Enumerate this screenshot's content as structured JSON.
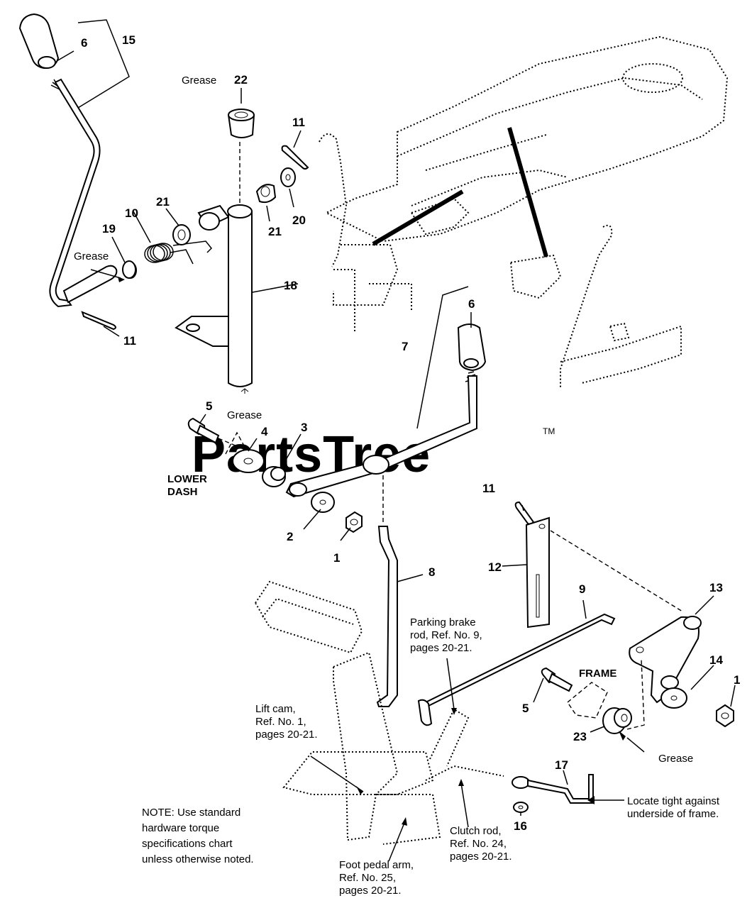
{
  "watermark": {
    "text": "PartsTree",
    "tm": "TM"
  },
  "callouts": [
    {
      "id": "c1",
      "text": "6"
    },
    {
      "id": "c2",
      "text": "15"
    },
    {
      "id": "c3",
      "text": "22"
    },
    {
      "id": "c4",
      "text": "11"
    },
    {
      "id": "c5",
      "text": "21"
    },
    {
      "id": "c6",
      "text": "10"
    },
    {
      "id": "c7",
      "text": "19"
    },
    {
      "id": "c8",
      "text": "21"
    },
    {
      "id": "c9",
      "text": "20"
    },
    {
      "id": "c10",
      "text": "18"
    },
    {
      "id": "c11",
      "text": "11"
    },
    {
      "id": "c12",
      "text": "6"
    },
    {
      "id": "c13",
      "text": "7"
    },
    {
      "id": "c14",
      "text": "5"
    },
    {
      "id": "c15",
      "text": "4"
    },
    {
      "id": "c16",
      "text": "3"
    },
    {
      "id": "c17",
      "text": "2"
    },
    {
      "id": "c18",
      "text": "1"
    },
    {
      "id": "c19",
      "text": "8"
    },
    {
      "id": "c20",
      "text": "11"
    },
    {
      "id": "c21",
      "text": "12"
    },
    {
      "id": "c22",
      "text": "9"
    },
    {
      "id": "c23",
      "text": "13"
    },
    {
      "id": "c24",
      "text": "14"
    },
    {
      "id": "c25",
      "text": "1"
    },
    {
      "id": "c26",
      "text": "5"
    },
    {
      "id": "c27",
      "text": "23"
    },
    {
      "id": "c28",
      "text": "17"
    },
    {
      "id": "c29",
      "text": "16"
    }
  ],
  "labels": {
    "grease_22": "Grease",
    "grease_pin": "Grease",
    "grease_18": "Grease",
    "grease_23": "Grease",
    "lower_dash": [
      "LOWER",
      "DASH"
    ],
    "frame": "FRAME",
    "parking_brake": [
      "Parking brake",
      "rod, Ref. No. 9,",
      "pages 20-21."
    ],
    "lift_cam": [
      "Lift cam,",
      "Ref. No. 1,",
      "pages 20-21."
    ],
    "note": [
      "NOTE:  Use standard",
      "hardware torque",
      "specifications chart",
      "unless otherwise noted."
    ],
    "foot_pedal": [
      "Foot pedal arm,",
      "Ref. No. 25,",
      "pages 20-21."
    ],
    "clutch_rod": [
      "Clutch rod,",
      "Ref. No. 24,",
      "pages 20-21."
    ],
    "locate": [
      "Locate tight against",
      "underside of frame."
    ]
  }
}
